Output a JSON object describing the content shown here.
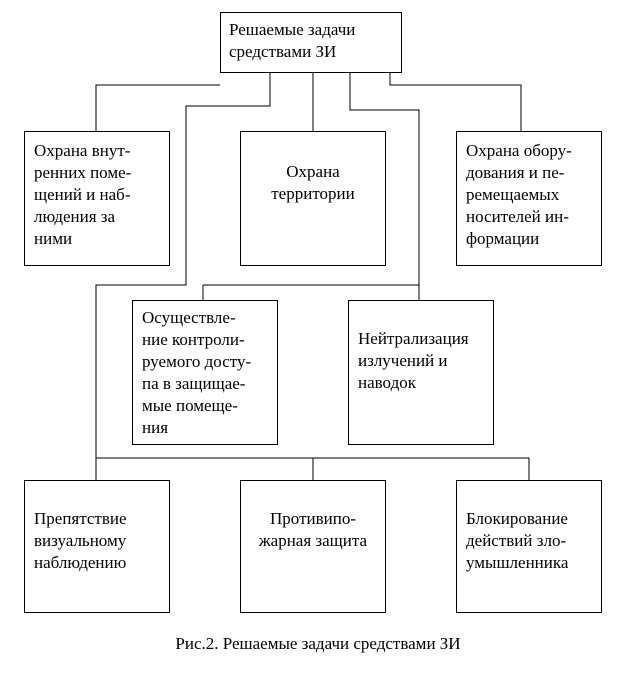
{
  "nodes": {
    "root": "Решаемые задачи\nсредствами ЗИ",
    "internal": "Охрана внут-\nренних поме-\nщений и наб-\nлюдения за\nними",
    "territory": "Охрана\nтерритории",
    "equipment": "Охрана обору-\nдования и пе-\nремещаемых\nносителей ин-\nформации",
    "access": "Осуществле-\nние контроли-\nруемого досту-\nпа в защищае-\nмые помеще-\nния",
    "emission": "Нейтрализация\nизлучений и\nнаводок",
    "visual": "Препятствие\nвизуальному\nнаблюдению",
    "fire": "Противипо-\nжарная защита",
    "intruder": "Блокирование\nдействий зло-\nумышленника"
  },
  "caption": "Рис.2. Решаемые задачи средствами ЗИ"
}
